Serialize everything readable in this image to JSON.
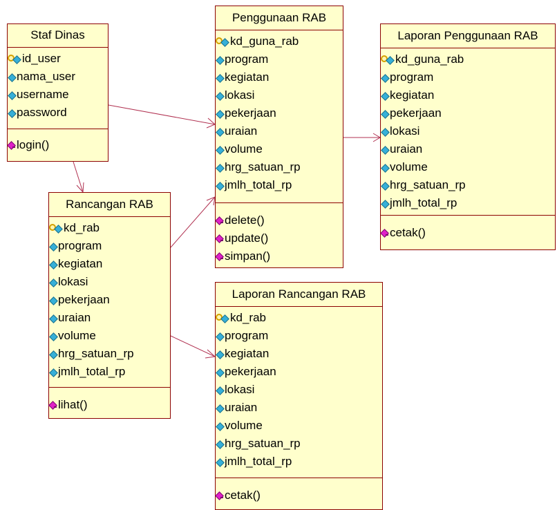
{
  "colors": {
    "class_fill": "#ffffcc",
    "class_border": "#8b0000",
    "line": "#b03050",
    "attribute_icon": "#36b0d8",
    "operation_icon": "#e020c8",
    "key_icon": "#d4a000"
  },
  "classes": {
    "staf_dinas": {
      "name": "Staf Dinas",
      "attributes": [
        {
          "label": "id_user",
          "key": true
        },
        {
          "label": "nama_user"
        },
        {
          "label": "username"
        },
        {
          "label": "password"
        }
      ],
      "operations": [
        "login()"
      ]
    },
    "penggunaan_rab": {
      "name": "Penggunaan RAB",
      "attributes": [
        {
          "label": "kd_guna_rab",
          "key": true
        },
        {
          "label": "program"
        },
        {
          "label": "kegiatan"
        },
        {
          "label": "lokasi"
        },
        {
          "label": "pekerjaan"
        },
        {
          "label": "uraian"
        },
        {
          "label": "volume"
        },
        {
          "label": "hrg_satuan_rp"
        },
        {
          "label": "jmlh_total_rp"
        }
      ],
      "operations": [
        "delete()",
        "update()",
        "simpan()"
      ]
    },
    "laporan_penggunaan_rab": {
      "name": "Laporan Penggunaan RAB",
      "attributes": [
        {
          "label": "kd_guna_rab",
          "key": true
        },
        {
          "label": "program"
        },
        {
          "label": "kegiatan"
        },
        {
          "label": "pekerjaan"
        },
        {
          "label": "lokasi"
        },
        {
          "label": "uraian"
        },
        {
          "label": "volume"
        },
        {
          "label": "hrg_satuan_rp"
        },
        {
          "label": "jmlh_total_rp"
        }
      ],
      "operations": [
        "cetak()"
      ]
    },
    "rancangan_rab": {
      "name": "Rancangan RAB",
      "attributes": [
        {
          "label": "kd_rab",
          "key": true
        },
        {
          "label": "program"
        },
        {
          "label": "kegiatan"
        },
        {
          "label": "lokasi"
        },
        {
          "label": "pekerjaan"
        },
        {
          "label": "uraian"
        },
        {
          "label": "volume"
        },
        {
          "label": "hrg_satuan_rp"
        },
        {
          "label": "jmlh_total_rp"
        }
      ],
      "operations": [
        "lihat()"
      ]
    },
    "laporan_rancangan_rab": {
      "name": "Laporan Rancangan RAB",
      "attributes": [
        {
          "label": "kd_rab",
          "key": true
        },
        {
          "label": "program"
        },
        {
          "label": "kegiatan"
        },
        {
          "label": "pekerjaan"
        },
        {
          "label": "lokasi"
        },
        {
          "label": "uraian"
        },
        {
          "label": "volume"
        },
        {
          "label": "hrg_satuan_rp"
        },
        {
          "label": "jmlh_total_rp"
        }
      ],
      "operations": [
        "cetak()"
      ]
    }
  },
  "associations": [
    {
      "from": "Staf Dinas",
      "to": "Penggunaan RAB"
    },
    {
      "from": "Staf Dinas",
      "to": "Rancangan RAB"
    },
    {
      "from": "Rancangan RAB",
      "to": "Penggunaan RAB"
    },
    {
      "from": "Rancangan RAB",
      "to": "Laporan Rancangan RAB"
    },
    {
      "from": "Penggunaan RAB",
      "to": "Laporan Penggunaan RAB"
    }
  ]
}
